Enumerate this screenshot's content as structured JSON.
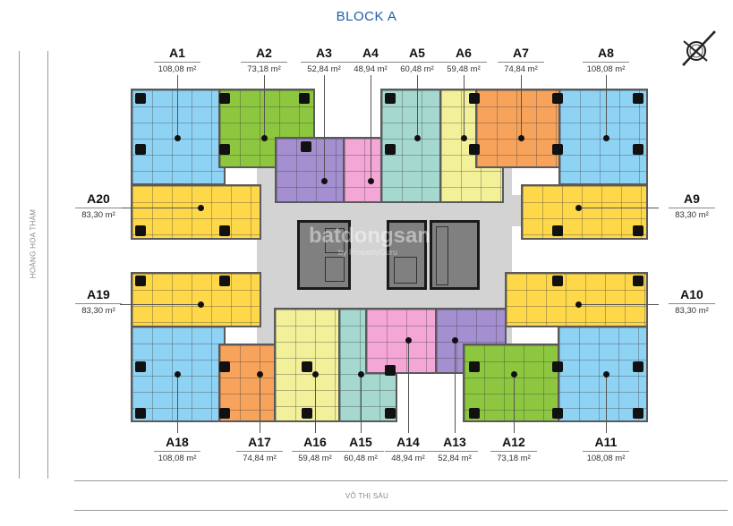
{
  "title": "BLOCK A",
  "compass": {
    "icon": "compass-rose-icon"
  },
  "streets": {
    "left": "HOÀNG HOA THÁM",
    "bottom": "VÕ THỊ SÁU"
  },
  "watermark": {
    "main": "batdongsan",
    "sub": "by PropertyGuru"
  },
  "area_unit": "m",
  "colors": {
    "blue": "#8fd3f4",
    "green": "#8dc63f",
    "purple": "#a48fd0",
    "pink": "#f4a6d7",
    "teal": "#a5d8cf",
    "light_yellow": "#f3f09a",
    "orange": "#f7a35c",
    "yellow": "#ffd84a",
    "corridor": "#d3d3d3",
    "core": "#808080",
    "title": "#1d5fa8"
  },
  "units": [
    {
      "id": "A1",
      "area": "108,08 m²",
      "color": "blue"
    },
    {
      "id": "A2",
      "area": "73,18 m²",
      "color": "green"
    },
    {
      "id": "A3",
      "area": "52,84 m²",
      "color": "purple"
    },
    {
      "id": "A4",
      "area": "48,94 m²",
      "color": "pink"
    },
    {
      "id": "A5",
      "area": "60,48 m²",
      "color": "teal"
    },
    {
      "id": "A6",
      "area": "59,48 m²",
      "color": "light_yellow"
    },
    {
      "id": "A7",
      "area": "74,84 m²",
      "color": "orange"
    },
    {
      "id": "A8",
      "area": "108,08 m²",
      "color": "blue"
    },
    {
      "id": "A9",
      "area": "83,30 m²",
      "color": "yellow"
    },
    {
      "id": "A10",
      "area": "83,30 m²",
      "color": "yellow"
    },
    {
      "id": "A11",
      "area": "108,08 m²",
      "color": "blue"
    },
    {
      "id": "A12",
      "area": "73,18 m²",
      "color": "green"
    },
    {
      "id": "A13",
      "area": "52,84 m²",
      "color": "purple"
    },
    {
      "id": "A14",
      "area": "48,94 m²",
      "color": "pink"
    },
    {
      "id": "A15",
      "area": "60,48 m²",
      "color": "teal"
    },
    {
      "id": "A16",
      "area": "59,48 m²",
      "color": "light_yellow"
    },
    {
      "id": "A17",
      "area": "74,84 m²",
      "color": "orange"
    },
    {
      "id": "A18",
      "area": "108,08 m²",
      "color": "blue"
    },
    {
      "id": "A19",
      "area": "83,30 m²",
      "color": "yellow"
    },
    {
      "id": "A20",
      "area": "83,30 m²",
      "color": "yellow"
    }
  ]
}
